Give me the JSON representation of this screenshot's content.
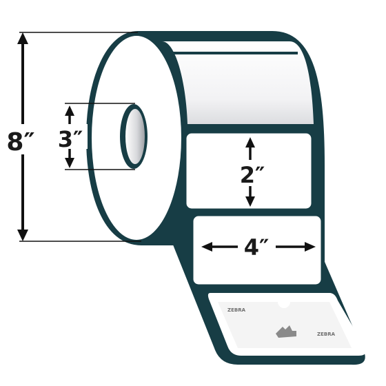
{
  "diagram": {
    "dimensions": {
      "roll_diameter": "8″",
      "core_diameter": "3″",
      "label_height": "2″",
      "label_width": "4″"
    },
    "liner_brand": "ZEBRA",
    "colors": {
      "outline": "#173d45",
      "arrow": "#111111",
      "label_face": "#ffffff",
      "liner_print": "#9a9a9a"
    }
  }
}
